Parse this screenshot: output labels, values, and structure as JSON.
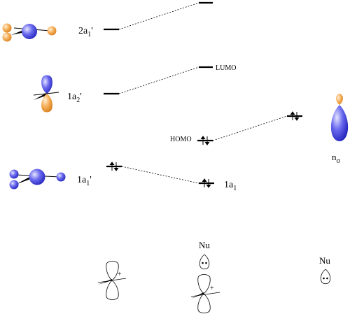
{
  "levels": {
    "left_2a1p": {
      "main": "2a",
      "sub": "1",
      "prime": "'"
    },
    "left_1a2p": {
      "main": "1a",
      "sub": "2",
      "prime": "'"
    },
    "left_1a1p": {
      "main": "1a",
      "sub": "1",
      "prime": "'"
    },
    "lumo": "LUMO",
    "homo": "HOMO",
    "mid_1a1": {
      "main": "1a",
      "sub": "1"
    },
    "n_sigma": {
      "main": "n",
      "sub": "σ"
    }
  },
  "nucleophile_labels": [
    "Nu",
    "Nu"
  ],
  "phase_signs": [
    "+",
    "+"
  ],
  "colors": {
    "lobe_blue": "#4a4adf",
    "lobe_orange": "#f3a44a",
    "line": "#000000"
  }
}
